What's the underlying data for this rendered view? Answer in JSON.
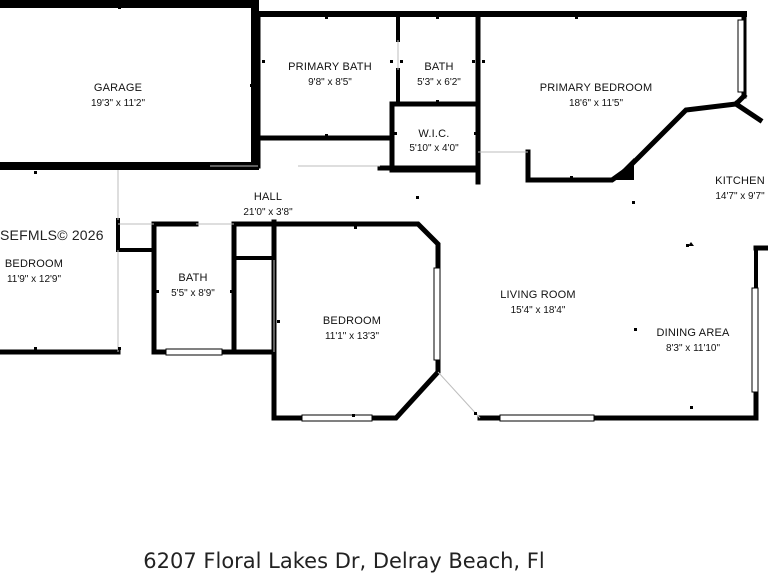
{
  "watermark": "SEFMLS© 2026",
  "address": "6207 Floral Lakes Dr, Delray Beach, Fl",
  "rooms": [
    {
      "id": "garage",
      "name": "GARAGE",
      "dim": "19'3\" x 11'2\""
    },
    {
      "id": "primary-bath",
      "name": "PRIMARY BATH",
      "dim": "9'8\" x 8'5\""
    },
    {
      "id": "bath-1",
      "name": "BATH",
      "dim": "5'3\" x 6'2\""
    },
    {
      "id": "primary-bedroom",
      "name": "PRIMARY BEDROOM",
      "dim": "18'6\" x 11'5\""
    },
    {
      "id": "wic",
      "name": "W.I.C.",
      "dim": "5'10\" x 4'0\""
    },
    {
      "id": "kitchen",
      "name": "KITCHEN",
      "dim": "14'7\" x 9'7\""
    },
    {
      "id": "hall",
      "name": "HALL",
      "dim": "21'0\" x 3'8\""
    },
    {
      "id": "bedroom-left",
      "name": "BEDROOM",
      "dim": "11'9\" x 12'9\""
    },
    {
      "id": "bath-2",
      "name": "BATH",
      "dim": "5'5\" x 8'9\""
    },
    {
      "id": "bedroom",
      "name": "BEDROOM",
      "dim": "11'1\" x 13'3\""
    },
    {
      "id": "living-room",
      "name": "LIVING ROOM",
      "dim": "15'4\" x 18'4\""
    },
    {
      "id": "dining-area",
      "name": "DINING AREA",
      "dim": "8'3\" x 11'10\""
    }
  ]
}
